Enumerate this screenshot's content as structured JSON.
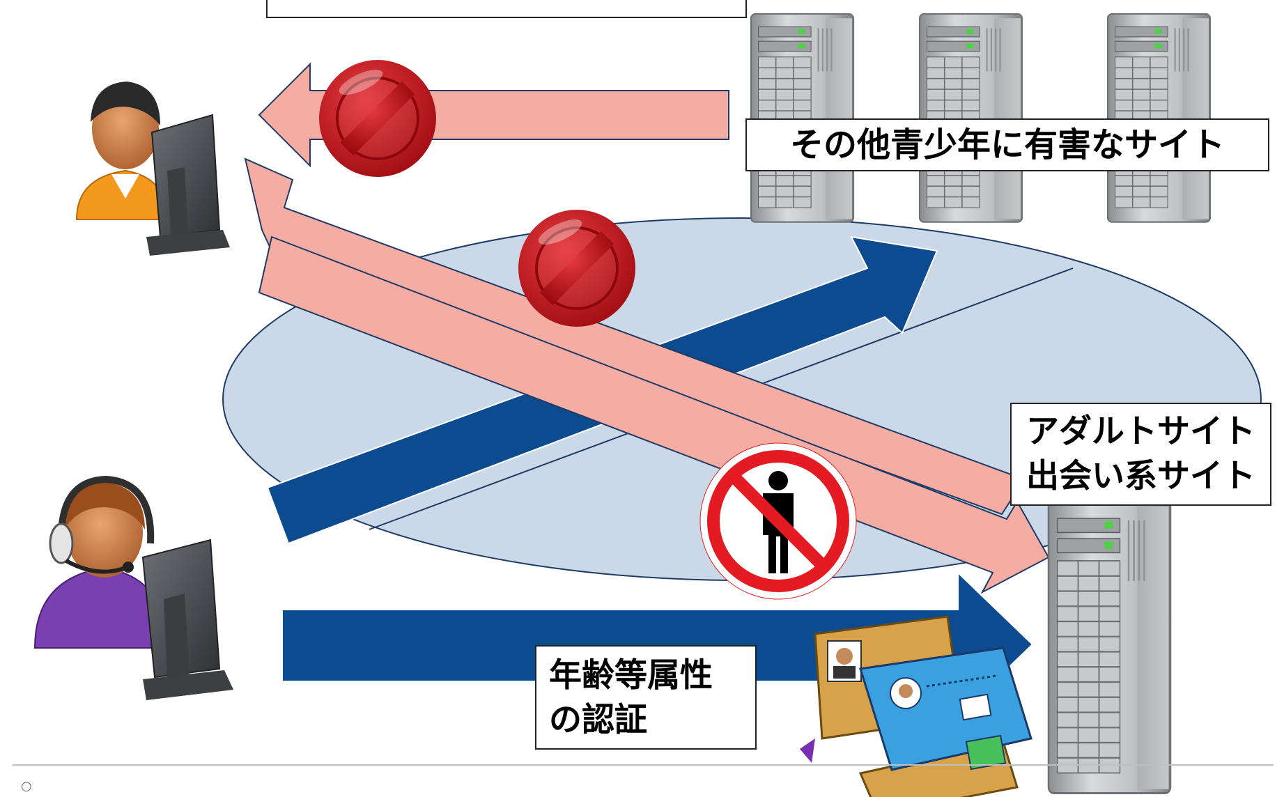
{
  "labels": {
    "harmful_sites": "その他青少年に有害なサイト",
    "adult_sites_line1": "アダルトサイト",
    "adult_sites_line2": "出会い系サイト",
    "age_auth_line1": "年齢等属性",
    "age_auth_line2": "の認証",
    "slide_mark": "○"
  },
  "icons": {
    "minor_user": "user-computer-icon",
    "adult_user": "headset-user-computer-icon",
    "server": "server-tower-icon",
    "prohibited": "prohibited-icon",
    "no_person": "no-person-icon",
    "id_cards": "id-cards-icon"
  },
  "colors": {
    "blocked_arrow": "#f4aca3",
    "allowed_arrow": "#0c4b8f",
    "filter_ellipse": "#cad8e7",
    "prohibit_red": "#c8141c"
  }
}
